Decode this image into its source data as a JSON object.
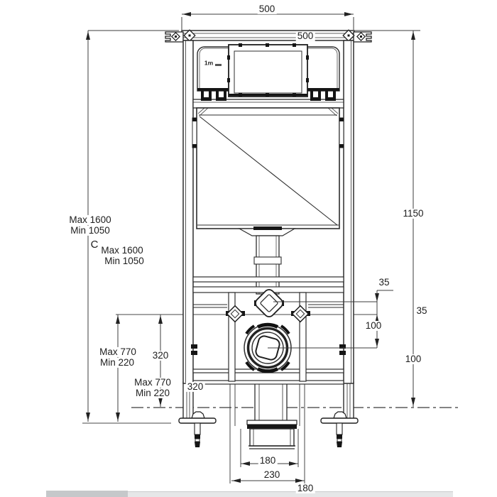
{
  "drawing_type": "wall-hung-wc-frame-installation-diagram",
  "labels": {
    "top_width": "500",
    "top_width_duplicate": "500",
    "right_height": "1150",
    "left_height_max": "Max 1600",
    "left_height_min": "Min 1050",
    "reference_letter": "C",
    "left_height_max_duplicate": "Max 1600",
    "left_height_min_duplicate": "Min 1050",
    "supply_offset": "35",
    "supply_offset_duplicate": "35",
    "anchor_to_drain": "100",
    "anchor_to_drain_duplicate": "100",
    "outlet_height_max": "Max 770",
    "outlet_height_min": "Min 220",
    "outlet_height_max_duplicate": "Max 770",
    "outlet_height_min_duplicate": "Min 220",
    "anchor_above_floor": "320",
    "anchor_above_floor_duplicate": "320",
    "drain_width": "180",
    "rail_spacing": "230",
    "drain_width_duplicate": "180",
    "brand_mark": "1m"
  }
}
